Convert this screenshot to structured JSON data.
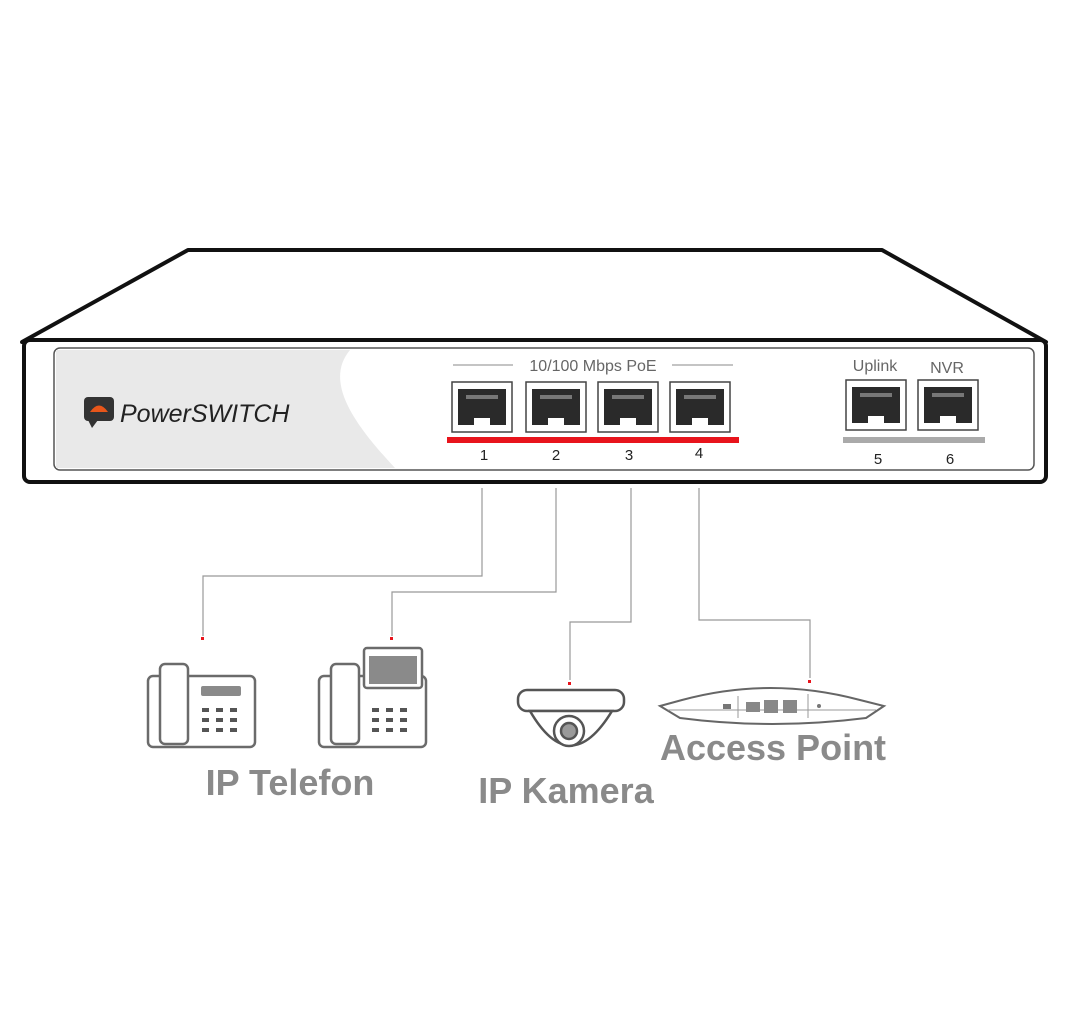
{
  "brand": {
    "name": "PowerSWITCH",
    "accent": "#e8561a"
  },
  "switch": {
    "poe_group_label": "10/100 Mbps PoE",
    "poe_color": "#e8141c",
    "uplink_color": "#aaaaaa",
    "ports": [
      {
        "number": "1",
        "group": "poe"
      },
      {
        "number": "2",
        "group": "poe"
      },
      {
        "number": "3",
        "group": "poe"
      },
      {
        "number": "4",
        "group": "poe"
      },
      {
        "number": "5",
        "group": "uplink",
        "label": "Uplink"
      },
      {
        "number": "6",
        "group": "uplink",
        "label": "NVR"
      }
    ]
  },
  "devices": [
    {
      "id": "ip-telefon",
      "label": "IP Telefon",
      "ports": [
        "1",
        "2"
      ],
      "icon": "desk-phone-icon"
    },
    {
      "id": "ip-kamera",
      "label": "IP Kamera",
      "ports": [
        "3"
      ],
      "icon": "dome-camera-icon"
    },
    {
      "id": "access-point",
      "label": "Access Point",
      "ports": [
        "4"
      ],
      "icon": "access-point-icon"
    }
  ]
}
